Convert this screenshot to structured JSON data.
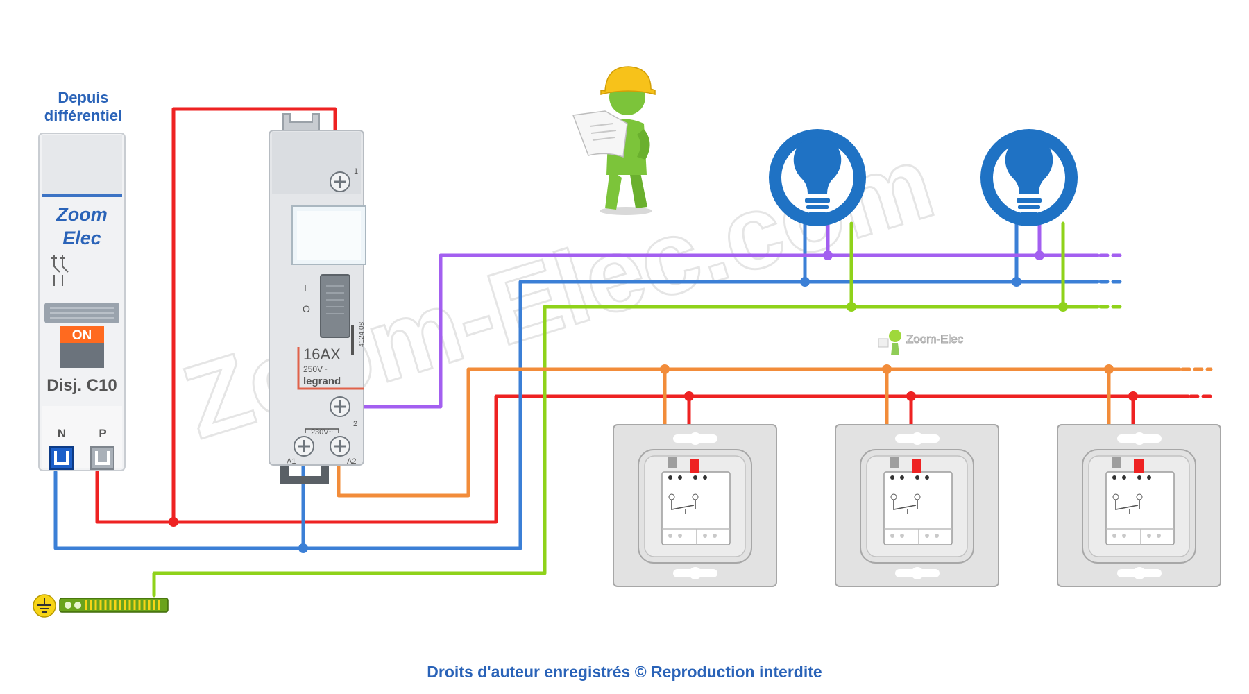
{
  "source": {
    "line1": "Depuis",
    "line2": "différentiel"
  },
  "breaker": {
    "brand_line1": "Zoom",
    "brand_line2": "Elec",
    "state": "ON",
    "name": "Disj.",
    "rating": "C10",
    "neutral_label": "N",
    "phase_label": "P"
  },
  "relay": {
    "current": "16AX",
    "voltage": "250V~",
    "brand": "legrand",
    "ref": "4124 08",
    "coil_voltage": "230V~",
    "term_1": "1",
    "term_2": "2",
    "term_a1": "A1",
    "term_a2": "A2",
    "pos_on": "I",
    "pos_off": "O"
  },
  "watermark": {
    "big": "Zoom-Elec.com",
    "small": "Zoom-Elec"
  },
  "footer": "Droits d'auteur enregistrés © Reproduction interdite",
  "colors": {
    "phase": "#ee2222",
    "neutral": "#3b7fd6",
    "earth": "#8fd21a",
    "return_violet": "#a35ff0",
    "pushbutton_orange": "#f28c3a",
    "lamp_blue": "#1f72c4",
    "label_blue": "#2a63b8"
  },
  "icons": {
    "lamps": [
      "lamp-icon",
      "lamp-icon"
    ],
    "worker": "worker-with-plan-icon",
    "earth": "earth-symbol-icon",
    "pushbuttons": [
      "push-button",
      "push-button",
      "push-button"
    ]
  }
}
